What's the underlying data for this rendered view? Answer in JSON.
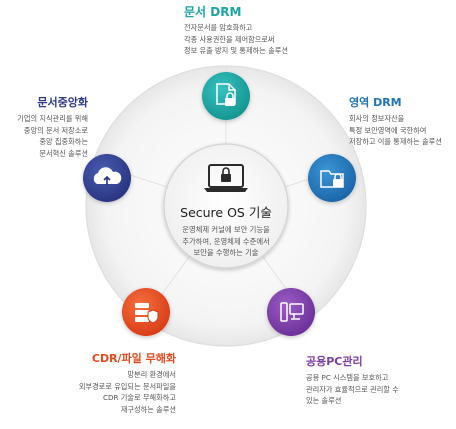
{
  "center": {
    "title": "Secure OS 기술",
    "description_lines": [
      "운영체제 커널에 보안 기능을",
      "추가하여, 운영체제 수준에서",
      "보안을 수행하는 기술"
    ],
    "icon": "laptop-lock-icon"
  },
  "modules": {
    "doc_drm": {
      "title": "문서 DRM",
      "color": "#1ba3a5",
      "icon": "document-lock-icon",
      "description_lines": [
        "전자문서를 암호화하고",
        "각종 사용권한을 제어함으로써",
        "정보 유출 방지 및 통제하는 솔루션"
      ]
    },
    "area_drm": {
      "title": "영역 DRM",
      "color": "#1f73b7",
      "icon": "folder-lock-icon",
      "description_lines": [
        "회사의 정보자산을",
        "특정 보안영역에 국한하여",
        "저장하고 이를 통제하는 솔루션"
      ]
    },
    "public_pc": {
      "title": "공용PC관리",
      "color": "#7b3fa6",
      "icon": "monitor-icon",
      "description_lines": [
        "공용 PC 시스템을 보호하고",
        "관리자가 효율적으로 관리할 수",
        "있는 솔루션"
      ]
    },
    "cdr": {
      "title": "CDR/파일 무해화",
      "color": "#e34a1e",
      "icon": "server-shield-icon",
      "description_lines": [
        "망분리 환경에서",
        "외부경로로 유입되는 문서파일을",
        "CDR 기술로 무해화하고",
        "재구성하는 솔루션"
      ]
    },
    "centralization": {
      "title": "문서중앙화",
      "color": "#2c3a8c",
      "icon": "cloud-upload-icon",
      "description_lines": [
        "기업의 지식관리를 위해",
        "중앙의 문서 저장소로",
        "중앙 집중화하는",
        "문서혁신 솔루션"
      ]
    }
  }
}
